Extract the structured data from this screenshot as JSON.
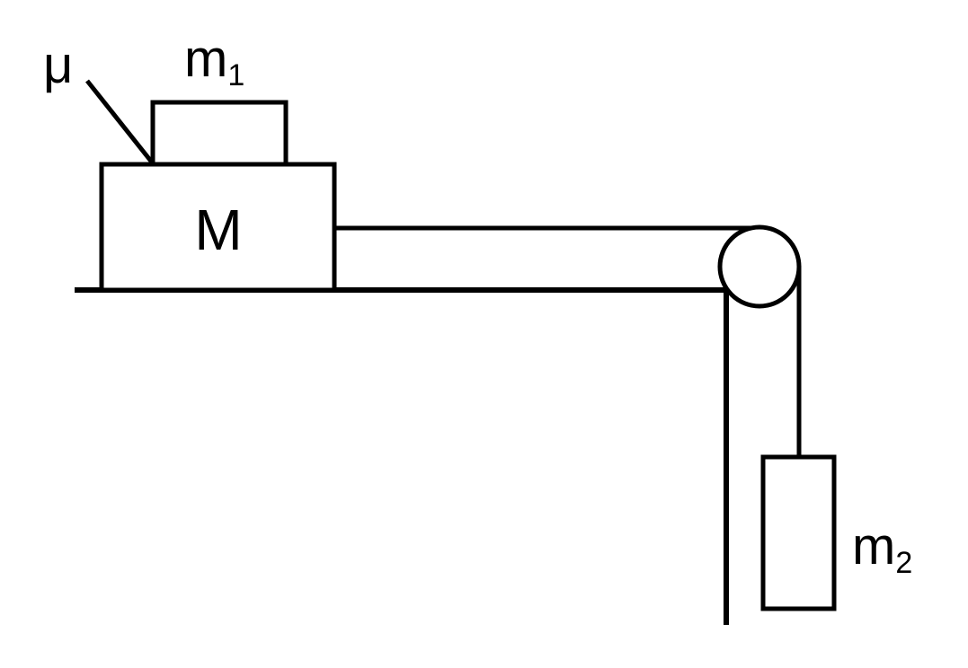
{
  "diagram": {
    "labels": {
      "mu": "μ",
      "m1_base": "m",
      "m1_sub": "1",
      "M": "M",
      "m2_base": "m",
      "m2_sub": "2"
    },
    "colors": {
      "stroke": "#000000",
      "background": "#ffffff"
    }
  }
}
